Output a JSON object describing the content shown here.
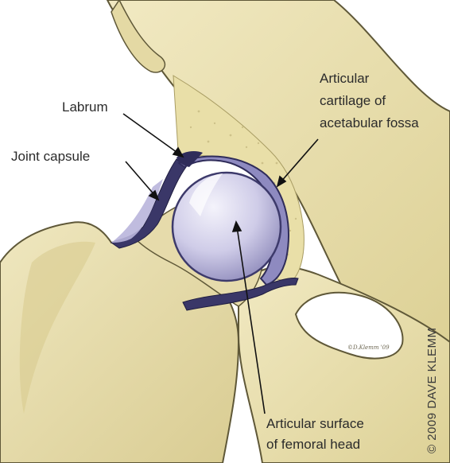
{
  "labels": {
    "labrum": "Labrum",
    "joint_capsule": "Joint capsule",
    "articular_cartilage_acetabular": [
      "Articular",
      "cartilage of",
      "acetabular fossa"
    ],
    "articular_surface_femoral": [
      "Articular surface",
      "of femoral head"
    ]
  },
  "copyright": "© 2009 DAVE KLEMM",
  "artist_signature": "©D.Klemm '09",
  "colors": {
    "bone": "#ece3b6",
    "bone_shadow": "#c9bd83",
    "bone_outline": "#5f5838",
    "cartilage": "#c9c6e4",
    "cartilage_highlight": "#eeedf8",
    "capsule": "#2f2c5a",
    "cancellous": "#e9dfa8",
    "leader": "#111111"
  }
}
